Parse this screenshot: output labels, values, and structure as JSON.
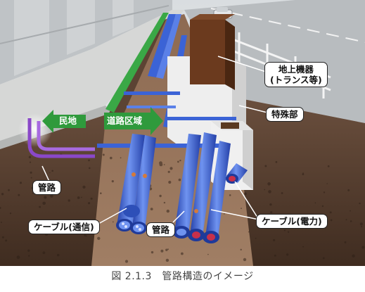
{
  "labels": {
    "minchi": "民地",
    "road_area": "道路区域",
    "ground_equipment_line1": "地上機器",
    "ground_equipment_line2": "(トランス等)",
    "special_section": "特殊部",
    "pipe_left": "管路",
    "pipe_center": "管路",
    "cable_comm": "ケーブル(通信)",
    "cable_power": "ケーブル(電力)"
  },
  "caption": "図 2.1.3　管路構造のイメージ",
  "colors": {
    "pipe_blue": "#3b63d6",
    "arrow_green": "#2f9a3c",
    "private_pipe_purple": "#8a48c8",
    "soil": "#5a4030",
    "equipment_brown": "#6b3a1e"
  }
}
